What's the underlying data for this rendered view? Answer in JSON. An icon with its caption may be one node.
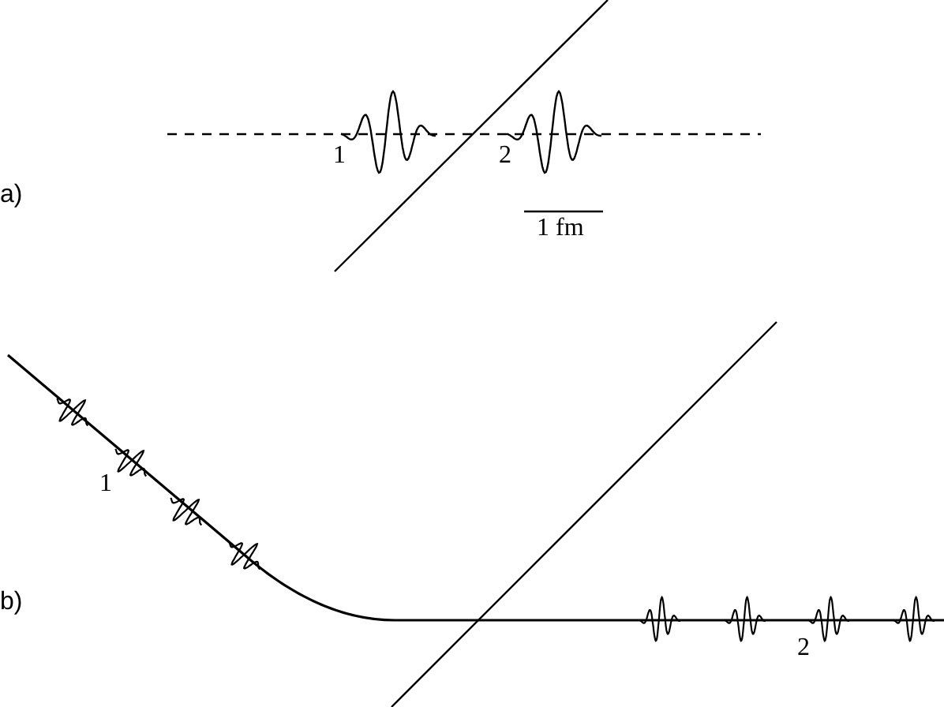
{
  "diagram": {
    "labels": [
      "1",
      "2",
      "a)",
      "1 fm",
      "1",
      "b)",
      "2"
    ]
  }
}
